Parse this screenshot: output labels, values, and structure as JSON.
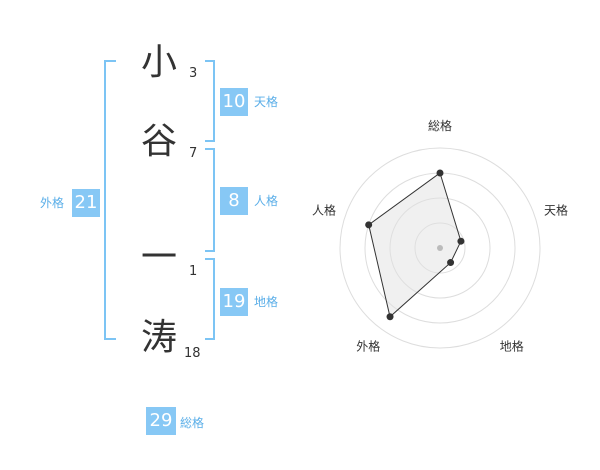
{
  "name_chars": [
    {
      "char": "小",
      "strokes": "3"
    },
    {
      "char": "谷",
      "strokes": "7"
    },
    {
      "char": "一",
      "strokes": "1"
    },
    {
      "char": "涛",
      "strokes": "18"
    }
  ],
  "kaku": {
    "tenkaku": {
      "value": "10",
      "label": "天格"
    },
    "jinkaku": {
      "value": "8",
      "label": "人格"
    },
    "chikaku": {
      "value": "19",
      "label": "地格"
    },
    "gaikaku": {
      "value": "21",
      "label": "外格"
    },
    "soukaku": {
      "value": "29",
      "label": "総格"
    }
  },
  "colors": {
    "accent": "#87c8f5",
    "bracket": "#7cc4f4",
    "label": "#5aaee8"
  },
  "chart_data": {
    "type": "radar",
    "axes": [
      "総格",
      "天格",
      "地格",
      "外格",
      "人格"
    ],
    "values": [
      0.75,
      0.22,
      0.18,
      0.85,
      0.75
    ],
    "max": 1,
    "rings": 4,
    "grid": true
  }
}
